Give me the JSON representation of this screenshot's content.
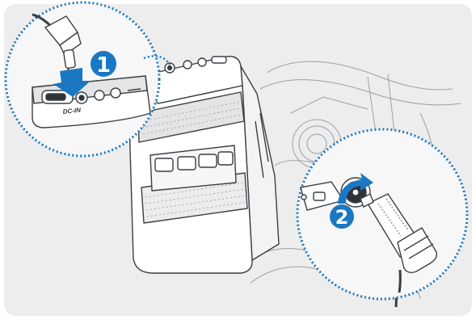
{
  "illustration": {
    "background_color": "#ededed",
    "accent_color": "#1a78c2",
    "line_color": "#3a3f45",
    "steps": [
      {
        "number": "1"
      },
      {
        "number": "2"
      }
    ],
    "port_label": "DC-IN"
  }
}
